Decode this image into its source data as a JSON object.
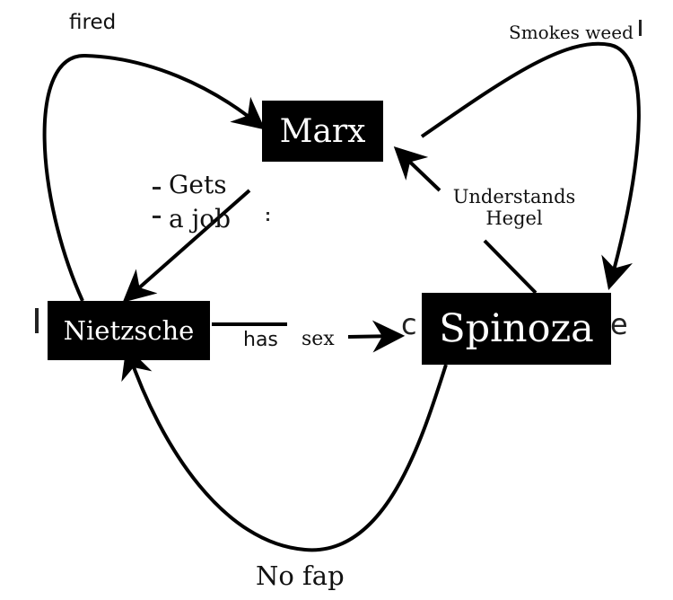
{
  "nodes": {
    "marx": "Marx",
    "nietzsche": "Nietzsche",
    "spinoza": "Spinoza"
  },
  "edges": {
    "fired": "fired",
    "smokes_weed": "Smokes weed",
    "gets": "Gets",
    "a_job": "a job",
    "understands": "Understands",
    "hegel": "Hegel",
    "has": "has",
    "sex": "sex",
    "no_fap": "No fap"
  },
  "fragments": {
    "c": "c",
    "e": "e"
  }
}
